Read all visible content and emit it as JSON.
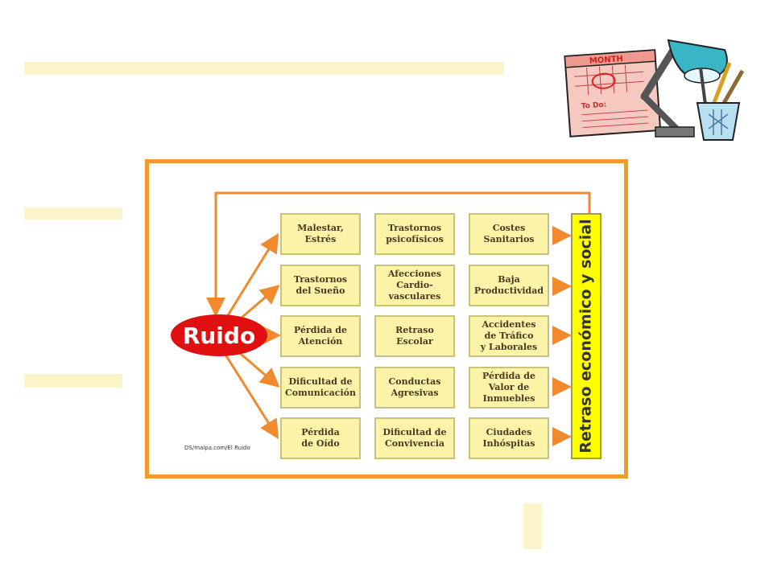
{
  "diagram": {
    "center": "Ruido",
    "side_label": "Retraso económico y social",
    "credit": "DS/malpa.com/El Ruido",
    "columns": [
      [
        "Malestar,\nEstrés",
        "Trastornos\ndel Sueño",
        "Pérdida de\nAtención",
        "Dificultad de\nComunicación",
        "Pérdida\nde Oído"
      ],
      [
        "Trastornos\npsicofísicos",
        "Afecciones\nCardio-\nvasculares",
        "Retraso\nEscolar",
        "Conductas\nAgresivas",
        "Dificultad de\nConvivencia"
      ],
      [
        "Costes\nSanitarios",
        "Baja\nProductividad",
        "Accidentes\nde Tráfico\ny Laborales",
        "Pérdida de\nValor de\nInmuebles",
        "Ciudades\nInhóspitas"
      ]
    ]
  },
  "clipart": {
    "calendar_header": "MONTH",
    "todo_label": "To Do:"
  },
  "colors": {
    "frame": "#f29a2e",
    "arrow": "#f08a2c",
    "cell_fill": "#fbf3a8",
    "center_fill": "#e01010",
    "side_fill": "#ffff00",
    "pale_bar": "#fcf5cc"
  }
}
